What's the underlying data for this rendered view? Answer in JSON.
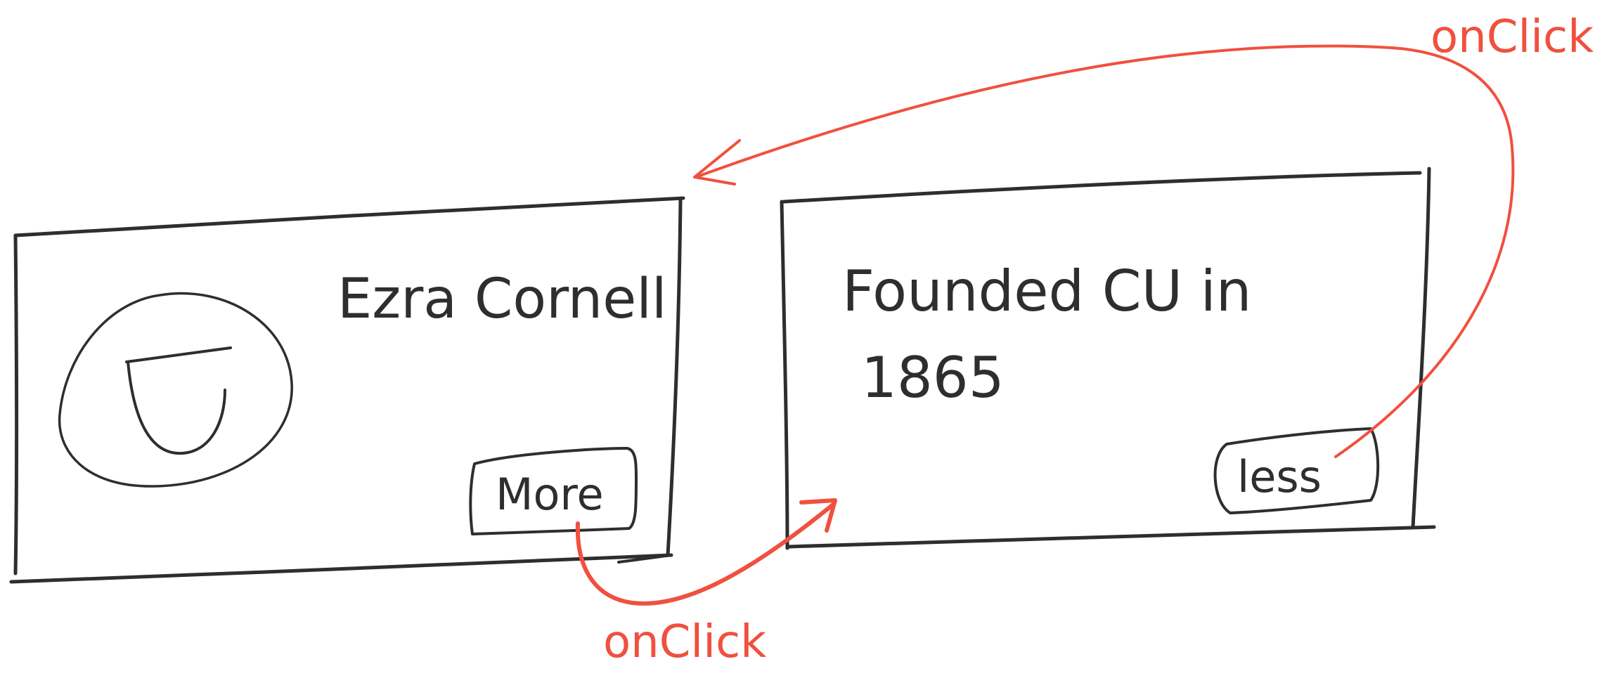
{
  "card_front": {
    "title": "Ezra Cornell",
    "button_label": "More"
  },
  "card_back": {
    "text_line1": "Founded  CU  in",
    "text_line2": "1865",
    "button_label": "less"
  },
  "arrows": {
    "more_to_back_label": "onClick",
    "less_to_front_label": "onClick"
  },
  "colors": {
    "ink": "#2e2e2e",
    "accent": "#f0503f"
  }
}
